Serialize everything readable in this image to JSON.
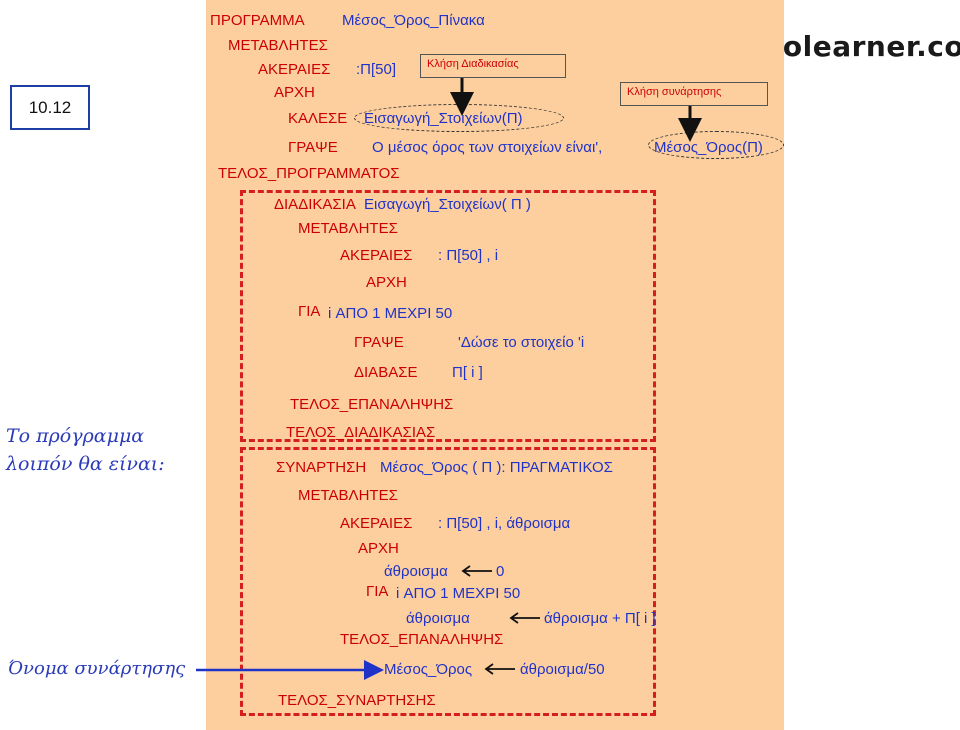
{
  "slide_number": "10.12",
  "logo_text": "videolearner.com",
  "side_notes": {
    "program_line1": "Το πρόγραμμα",
    "program_line2": "λοιπόν θα είναι:",
    "function_name": "Όνομα συνάρτησης"
  },
  "callouts": {
    "procedure_call": "Κλήση Διαδικασίας",
    "function_call": "Κλήση συνάρτησης"
  },
  "program": {
    "kw_program": "ΠΡΟΓΡΑΜΜΑ",
    "name": "Μέσος_Όρος_Πίνακα",
    "kw_vars": "ΜΕΤΑΒΛΗΤΕΣ",
    "kw_int": "ΑΚΕΡΑΙΕΣ",
    "int_vars": ":Π[50]",
    "kw_begin": "ΑΡΧΗ",
    "kw_call": "ΚΑΛΕΣΕ",
    "call_expr": "Εισαγωγή_Στοιχείων(Π)",
    "kw_write": "ΓΡΑΨΕ",
    "write_text": "Ο μέσος όρος των στοιχείων είναι',",
    "write_func": "Μέσος_Όρος(Π)",
    "kw_end": "ΤΕΛΟΣ_ΠΡΟΓΡΑΜΜΑΤΟΣ"
  },
  "procedure": {
    "kw_proc": "ΔΙΑΔΙΚΑΣΙΑ",
    "header": "Εισαγωγή_Στοιχείων( Π )",
    "kw_vars": "ΜΕΤΑΒΛΗΤΕΣ",
    "kw_int": "ΑΚΕΡΑΙΕΣ",
    "int_vars": ": Π[50] , i",
    "kw_begin": "ΑΡΧΗ",
    "kw_for": "ΓΙΑ",
    "for_expr": "i ΑΠΟ 1 ΜΕΧΡΙ 50",
    "kw_write": "ΓΡΑΨΕ",
    "write_text": "'Δώσε το στοιχείο 'i",
    "kw_read": "ΔΙΑΒΑΣΕ",
    "read_expr": "Π[ i ]",
    "kw_end_loop": "ΤΕΛΟΣ_ΕΠΑΝΑΛΗΨΗΣ",
    "kw_end": "ΤΕΛΟΣ_ΔΙΑΔΙΚΑΣΙΑΣ"
  },
  "function": {
    "kw_func": "ΣΥΝΑΡΤΗΣΗ",
    "header": "Μέσος_Όρος ( Π ): ΠΡΑΓΜΑΤΙΚΟΣ",
    "kw_vars": "ΜΕΤΑΒΛΗΤΕΣ",
    "kw_int": "ΑΚΕΡΑΙΕΣ",
    "int_vars": ": Π[50] , i,  άθροισμα",
    "kw_begin": "ΑΡΧΗ",
    "sum_var": "άθροισμα",
    "sum_init": "0",
    "kw_for": "ΓΙΑ",
    "for_expr": "i ΑΠΟ 1 ΜΕΧΡΙ 50",
    "sum_var2": "άθροισμα",
    "sum_expr": "άθροισμα + Π[ i ]",
    "kw_end_loop": "ΤΕΛΟΣ_ΕΠΑΝΑΛΗΨΗΣ",
    "result_name": "Μέσος_Όρος",
    "result_expr": "άθροισμα/50",
    "kw_end": "ΤΕΛΟΣ_ΣΥΝΑΡΤΗΣΗΣ"
  }
}
